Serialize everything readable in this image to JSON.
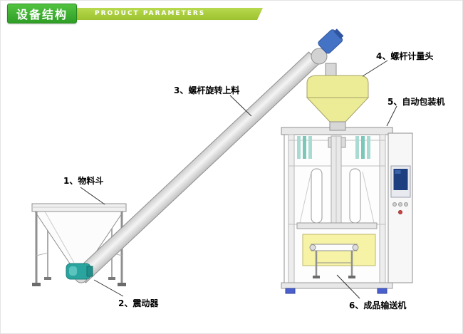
{
  "header": {
    "badge": "设备结构",
    "banner": "PRODUCT PARAMETERS",
    "colors": {
      "badge_green": "#3fae33",
      "banner_green": "#a8cd3c"
    }
  },
  "diagram": {
    "labels": [
      {
        "text": "1、物料斗"
      },
      {
        "text": "2、震动器"
      },
      {
        "text": "3、螺杆旋转上料"
      },
      {
        "text": "4、螺杆计量头"
      },
      {
        "text": "5、自动包装机"
      },
      {
        "text": "6、成品输送机"
      }
    ],
    "colors": {
      "outline_gray": "#8f8f8f",
      "vibrator_teal": "#2aa49e",
      "motor_blue": "#4472c4",
      "metering_head_yellow": "#eceb96",
      "bottom_panel_yellow": "#f6f3a6",
      "screen_blue": "#1d3f80",
      "feet_blue": "#4a5fd0"
    }
  }
}
